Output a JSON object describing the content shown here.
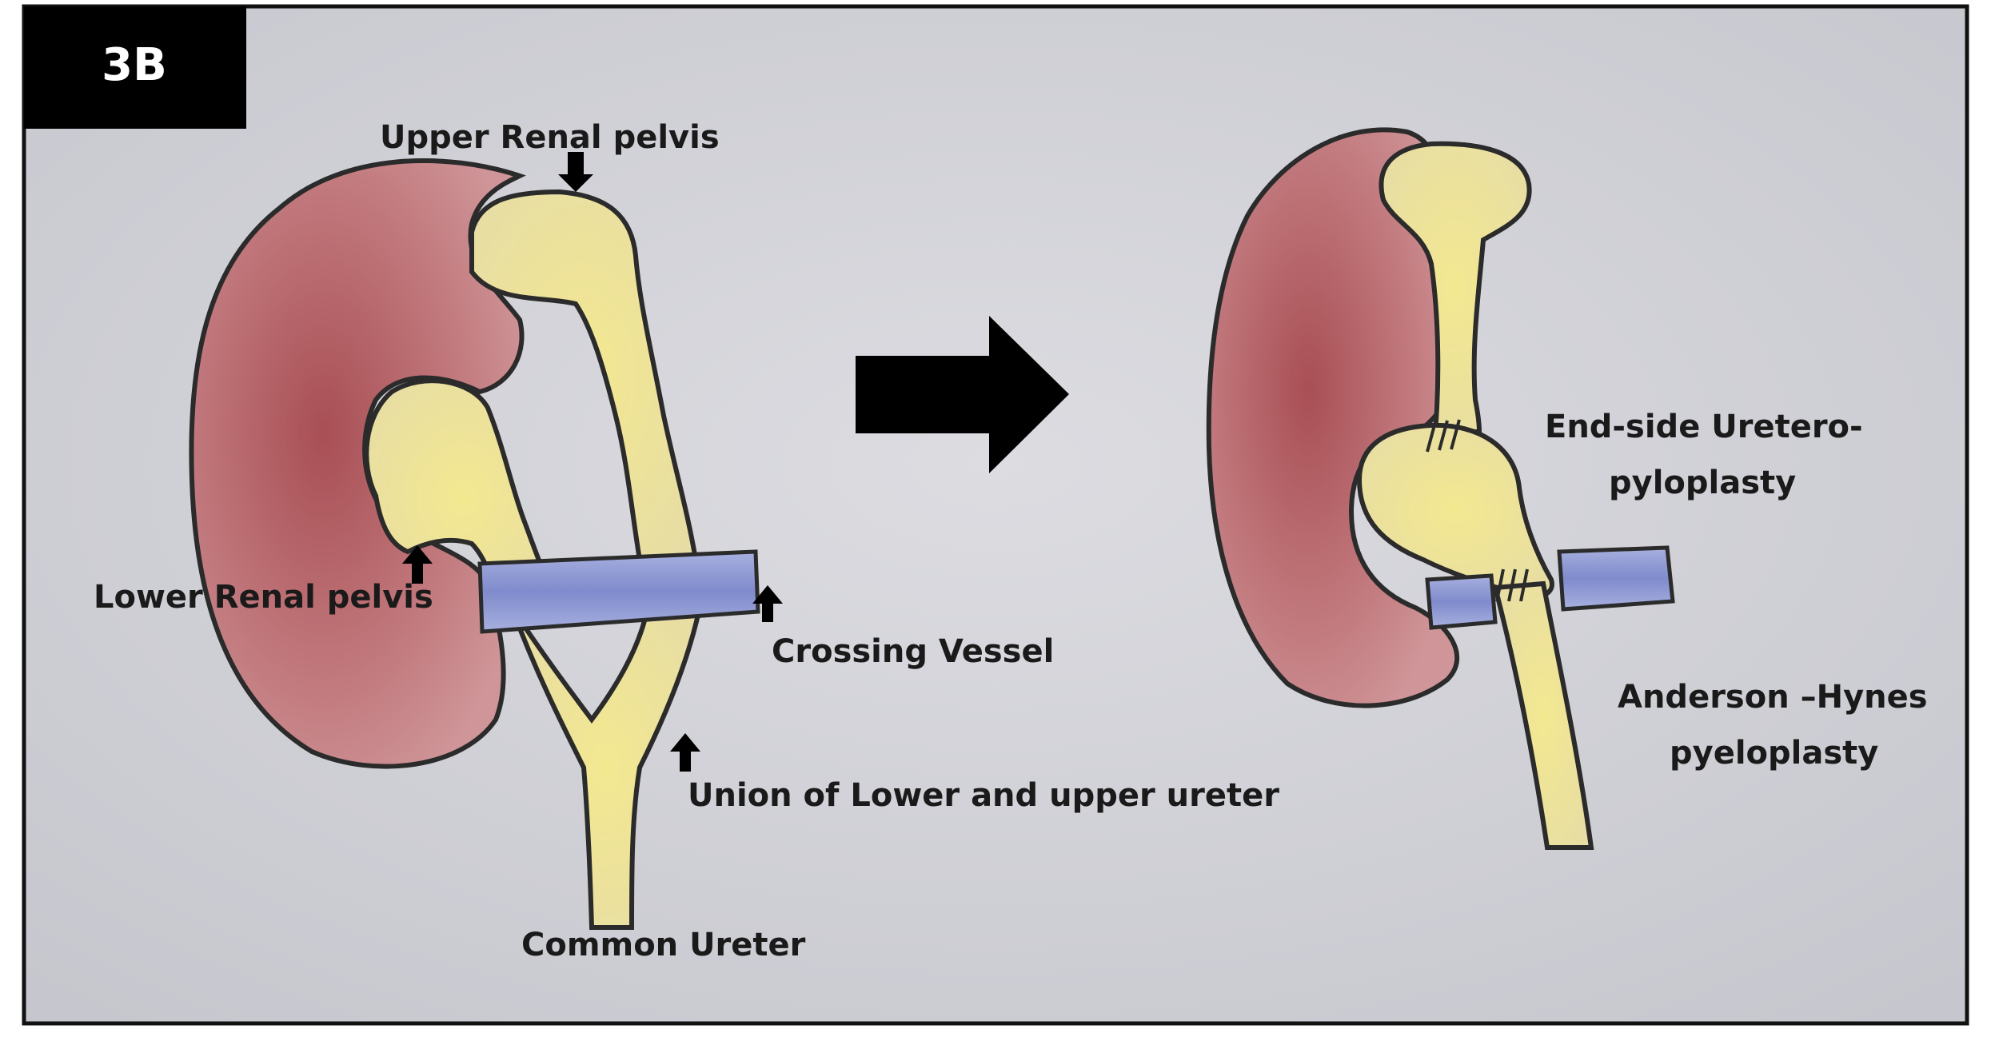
{
  "figure": {
    "badge": "3B",
    "colors": {
      "kidney": "#b86a6e",
      "pelvis": "#ede39a",
      "vessel": "#8f9ad4",
      "outline": "#2b2b2b",
      "paper": "#d7d7dc"
    }
  },
  "left_panel": {
    "labels": {
      "upper_pelvis": "Upper Renal pelvis",
      "lower_pelvis": "Lower Renal pelvis",
      "crossing_vessel": "Crossing Vessel",
      "union": "Union of Lower and upper ureter",
      "common_ureter": "Common Ureter"
    }
  },
  "right_panel": {
    "labels": {
      "end_side_line1": "End-side Uretero-",
      "end_side_line2": "pyloplasty",
      "anderson_line1": "Anderson –Hynes",
      "anderson_line2": "pyeloplasty"
    }
  }
}
